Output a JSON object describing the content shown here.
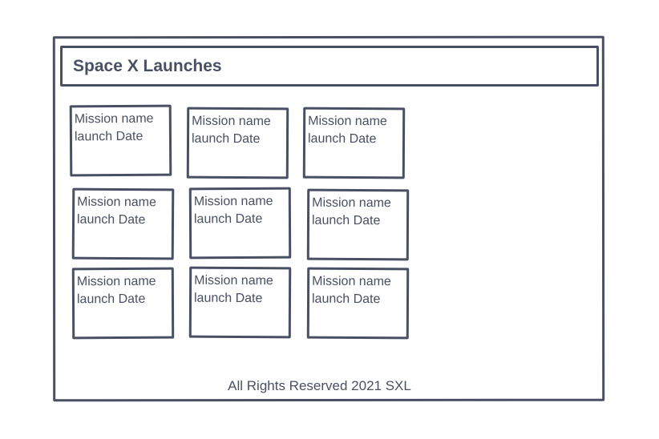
{
  "header": {
    "title": "Space X Launches"
  },
  "launches": [
    {
      "mission_label": "Mission name",
      "date_label": "launch Date"
    },
    {
      "mission_label": "Mission name",
      "date_label": "launch Date"
    },
    {
      "mission_label": "Mission name",
      "date_label": "launch Date"
    },
    {
      "mission_label": "Mission name",
      "date_label": "launch Date"
    },
    {
      "mission_label": "Mission name",
      "date_label": "launch Date"
    },
    {
      "mission_label": "Mission name",
      "date_label": "launch Date"
    },
    {
      "mission_label": "Mission name",
      "date_label": "launch Date"
    },
    {
      "mission_label": "Mission name",
      "date_label": "launch Date"
    },
    {
      "mission_label": "Mission name",
      "date_label": "launch Date"
    }
  ],
  "footer": {
    "text": "All Rights Reserved 2021 SXL"
  },
  "colors": {
    "ink": "#4a5063",
    "background": "#ffffff"
  }
}
